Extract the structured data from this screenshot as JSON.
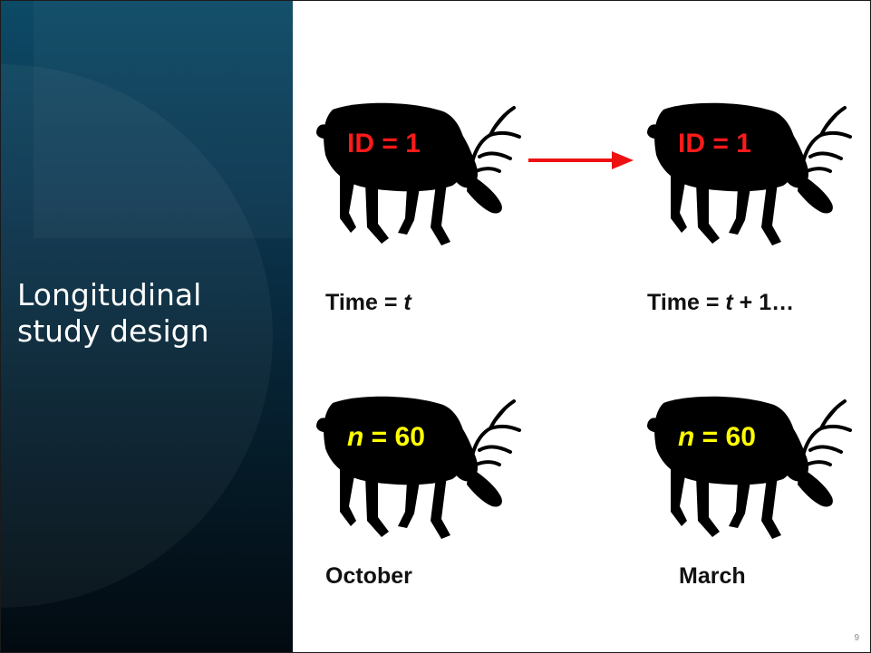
{
  "slide": {
    "title_line1": "Longitudinal",
    "title_line2": "study design",
    "page_number": "9"
  },
  "top_row": {
    "left_label": "ID = 1",
    "right_label": "ID = 1",
    "label_color": "#ff1a1a",
    "left_caption_prefix": "Time = ",
    "left_caption_var": "t",
    "right_caption_prefix": "Time = ",
    "right_caption_var": "t",
    "right_caption_suffix": " + 1…",
    "arrow_color": "#ee1111"
  },
  "bottom_row": {
    "left_label_var": "n",
    "left_label_value": " = 60",
    "right_label_var": "n",
    "right_label_value": " = 60",
    "label_color": "#ffff00",
    "left_caption": "October",
    "right_caption": "March"
  },
  "colors": {
    "panel_top": "#0c4a66",
    "panel_bottom": "#020a10",
    "silhouette": "#000000"
  },
  "icons": [
    "caribou-silhouette-icon",
    "right-arrow-icon"
  ]
}
